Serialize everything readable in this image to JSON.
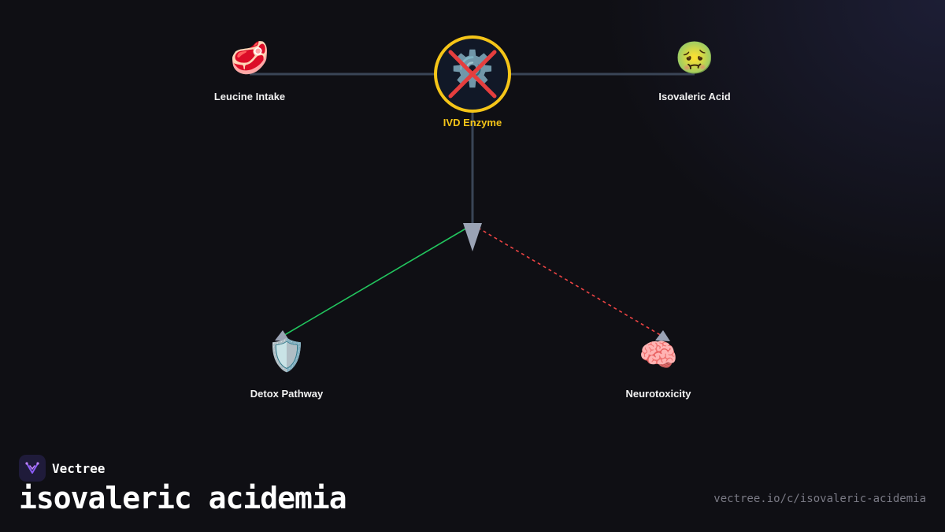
{
  "diagram": {
    "nodes": [
      {
        "id": "leucine",
        "label": "Leucine Intake",
        "icon": "meat-icon",
        "glyph": "🥩"
      },
      {
        "id": "ivd",
        "label": "IVD Enzyme",
        "icon": "gear-blocked-icon",
        "glyph": "⚙️",
        "status": "blocked",
        "accent": "#f5c518"
      },
      {
        "id": "isovaleric",
        "label": "Isovaleric Acid",
        "icon": "nauseated-face-icon",
        "glyph": "🤢"
      },
      {
        "id": "detox",
        "label": "Detox Pathway",
        "icon": "shield-icon",
        "glyph": "🛡️"
      },
      {
        "id": "neuro",
        "label": "Neurotoxicity",
        "icon": "brain-icon",
        "glyph": "🧠"
      }
    ],
    "edges": [
      {
        "from": "leucine",
        "to": "ivd",
        "style": "solid",
        "color": "#3a4556"
      },
      {
        "from": "ivd",
        "to": "isovaleric",
        "style": "solid",
        "color": "#3a4556"
      },
      {
        "from": "ivd",
        "to": "junction",
        "style": "solid",
        "color": "#3a4556"
      },
      {
        "from": "junction",
        "to": "detox",
        "style": "solid",
        "color": "#22c55e"
      },
      {
        "from": "junction",
        "to": "neuro",
        "style": "dashed",
        "color": "#ef4444"
      }
    ],
    "colors": {
      "blocked_cross": "#e53e3e",
      "arrowhead": "#9aa3b5",
      "node_fill": "#111827"
    }
  },
  "footer": {
    "brand": "Vectree",
    "title": "isovaleric acidemia",
    "url": "vectree.io/c/isovaleric-acidemia"
  }
}
